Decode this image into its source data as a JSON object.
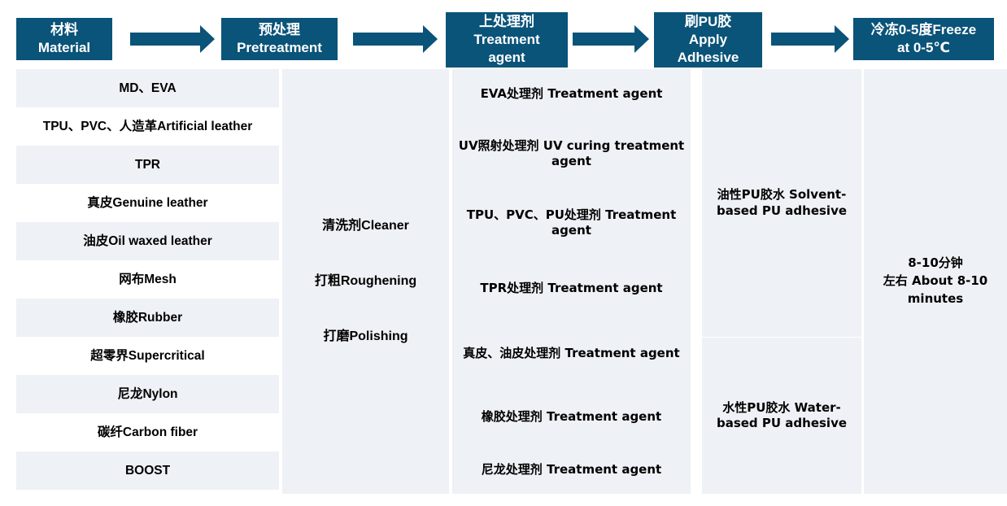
{
  "steps": [
    {
      "name": "material",
      "lines": [
        "材料",
        "Material"
      ]
    },
    {
      "name": "pretreatment",
      "lines": [
        "预处理",
        "Pretreatment"
      ]
    },
    {
      "name": "treatment-agent",
      "lines": [
        "上处理剂",
        "Treatment",
        "agent"
      ]
    },
    {
      "name": "apply-adhesive",
      "lines": [
        "刷PU胶",
        "Apply",
        "Adhesive"
      ]
    },
    {
      "name": "freeze",
      "lines": [
        "冷冻0-5度Freeze",
        "at 0-5℃"
      ]
    }
  ],
  "columns": {
    "materials": [
      "MD、EVA",
      "TPU、PVC、人造革Artificial leather",
      "TPR",
      "真皮Genuine leather",
      "油皮Oil waxed leather",
      "网布Mesh",
      "橡胶Rubber",
      "超零界Supercritical",
      "尼龙Nylon",
      "碳纤Carbon fiber",
      "BOOST"
    ],
    "pretreatment": [
      "清洗剂Cleaner",
      "打粗Roughening",
      "打磨Polishing"
    ],
    "treatment_agents": [
      "EVA处理剂 Treatment agent",
      "UV照射处理剂 UV curing treatment agent",
      "TPU、PVC、PU处理剂 Treatment agent",
      "TPR处理剂 Treatment agent",
      "真皮、油皮处理剂 Treatment agent",
      "橡胶处理剂 Treatment agent",
      "尼龙处理剂 Treatment agent"
    ],
    "adhesives": [
      "油性PU胶水 Solvent-based PU adhesive",
      "水性PU胶水 Water-based PU adhesive"
    ],
    "freeze_time": "8-10分钟\n左右 About 8-10 minutes"
  },
  "colors": {
    "step_box": "#0a5379",
    "arrow": "#0a5379",
    "column_background": "#eef1f5",
    "stripe_alt": "#ffffff",
    "text": "#000000",
    "step_text": "#ffffff"
  }
}
